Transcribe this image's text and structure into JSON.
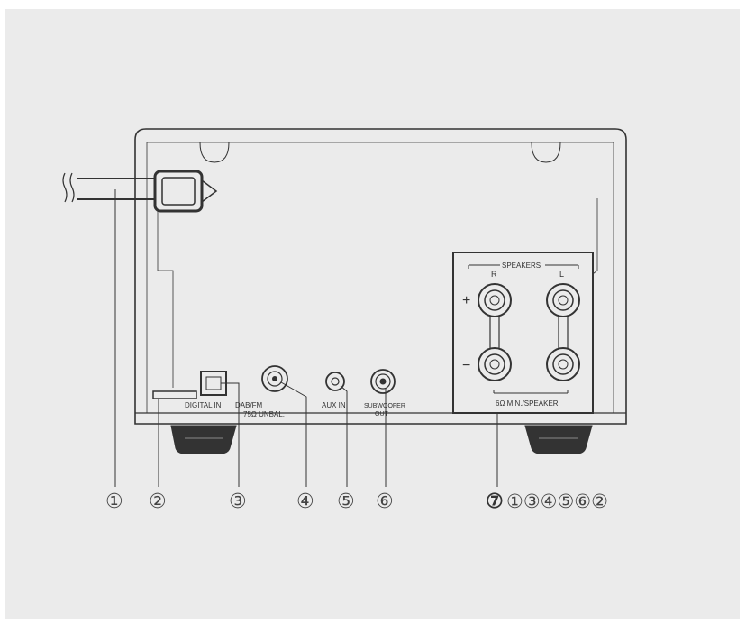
{
  "labels": {
    "speakers": "SPEAKERS",
    "right": "R",
    "left": "L",
    "plus": "+",
    "minus": "−",
    "impedance": "6Ω MIN./SPEAKER",
    "digital_in": "DIGITAL IN",
    "dab_fm_line1": "DAB/FM",
    "dab_fm_line2": "75Ω UNBAL.",
    "aux_in": "AUX IN",
    "subwoofer_line1": "SUBWOOFER",
    "subwoofer_line2": "OUT"
  },
  "callouts": [
    "①",
    "②",
    "③",
    "④",
    "⑤",
    "⑥"
  ],
  "callout_7": "⑦",
  "footer_sequence": "①③④⑤⑥②",
  "colors": {
    "panel": "#ebebeb",
    "line": "#333333",
    "device": "#ebebeb"
  }
}
